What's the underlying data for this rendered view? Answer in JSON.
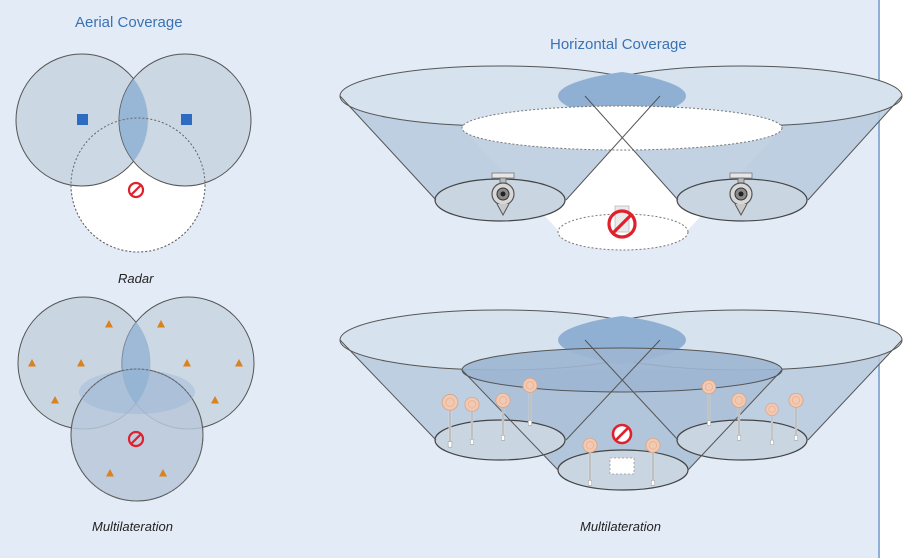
{
  "titles": {
    "aerial": "Aerial Coverage",
    "horizontal": "Horizontal Coverage"
  },
  "captions": {
    "radar": "Radar",
    "multilateration_left": "Multilateration",
    "multilateration_right": "Multilateration"
  },
  "colors": {
    "panel_background": "#e3ecf6",
    "coverage_fill": "#c9d6e2",
    "overlap_fill": "#8fb0d3",
    "radar_marker": "#2d6cc0",
    "sensor_marker": "#d9821e",
    "no_coverage_symbol": "#e0202c",
    "title_text": "#3a72b4"
  },
  "icons": {
    "no_coverage": "prohibited-circle-icon",
    "radar_site": "square-marker-icon",
    "sensor_site": "triangle-marker-icon",
    "camera": "surveillance-camera-icon",
    "antenna": "antenna-pole-icon"
  }
}
